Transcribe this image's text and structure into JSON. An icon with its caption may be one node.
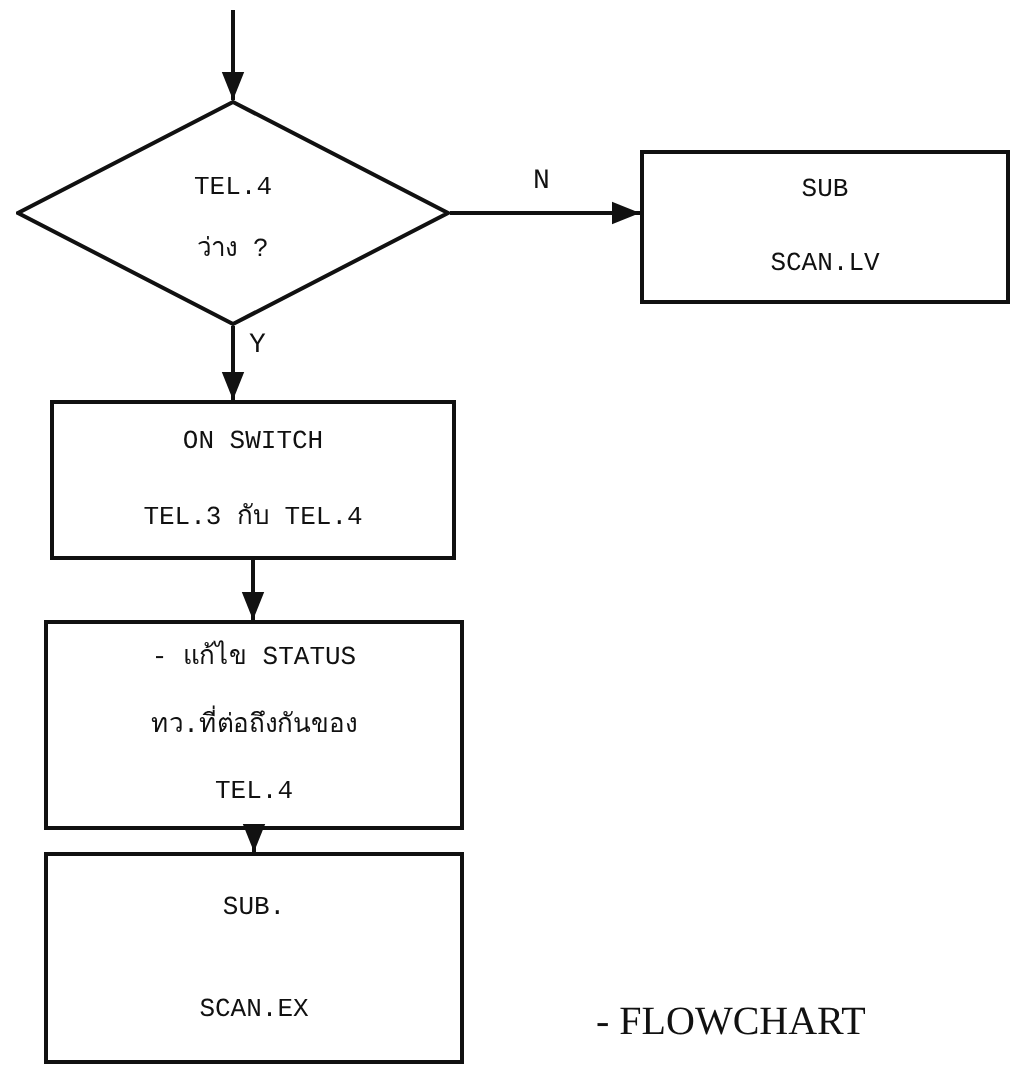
{
  "diagram": {
    "nodes": [
      {
        "text": [
          "TEL.4",
          "ว่าง ?"
        ]
      },
      {
        "text": [
          "SUB",
          "SCAN.LV"
        ]
      },
      {
        "text": [
          "ON SWITCH",
          "TEL.3 กับ TEL.4"
        ]
      },
      {
        "text": [
          "- แก้ไข STATUS",
          "ทว.ที่ต่อถึงกันของ",
          "TEL.4"
        ]
      },
      {
        "text": [
          "SUB.",
          "SCAN.EX"
        ]
      }
    ],
    "edges": [
      {
        "from": null,
        "to": 0,
        "arrow": "to"
      },
      {
        "from": 0,
        "to": 1,
        "arrow": "to",
        "label": "N"
      },
      {
        "from": 0,
        "to": 2,
        "arrow": "to",
        "label": "Y"
      },
      {
        "from": 2,
        "to": 3,
        "arrow": "to"
      },
      {
        "from": 3,
        "to": 4,
        "arrow": "to"
      }
    ],
    "labels": [
      "- FLOWCHART"
    ]
  }
}
